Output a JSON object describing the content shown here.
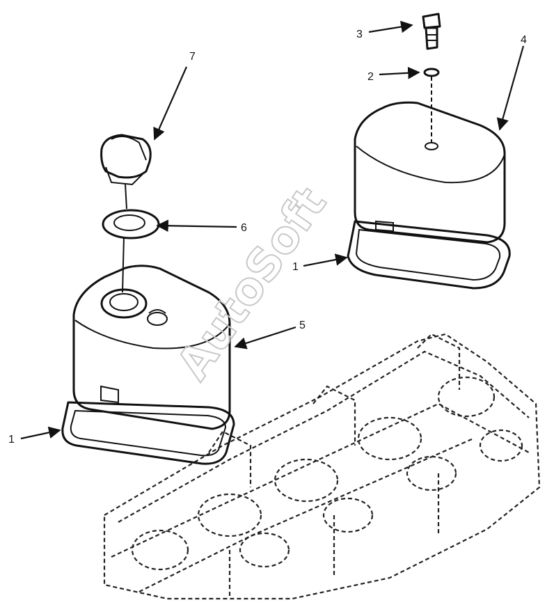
{
  "callouts": {
    "c1_left": "1",
    "c1_right": "1",
    "c2": "2",
    "c3": "3",
    "c4": "4",
    "c5": "5",
    "c6": "6",
    "c7": "7"
  },
  "watermark": "AutoSoft"
}
